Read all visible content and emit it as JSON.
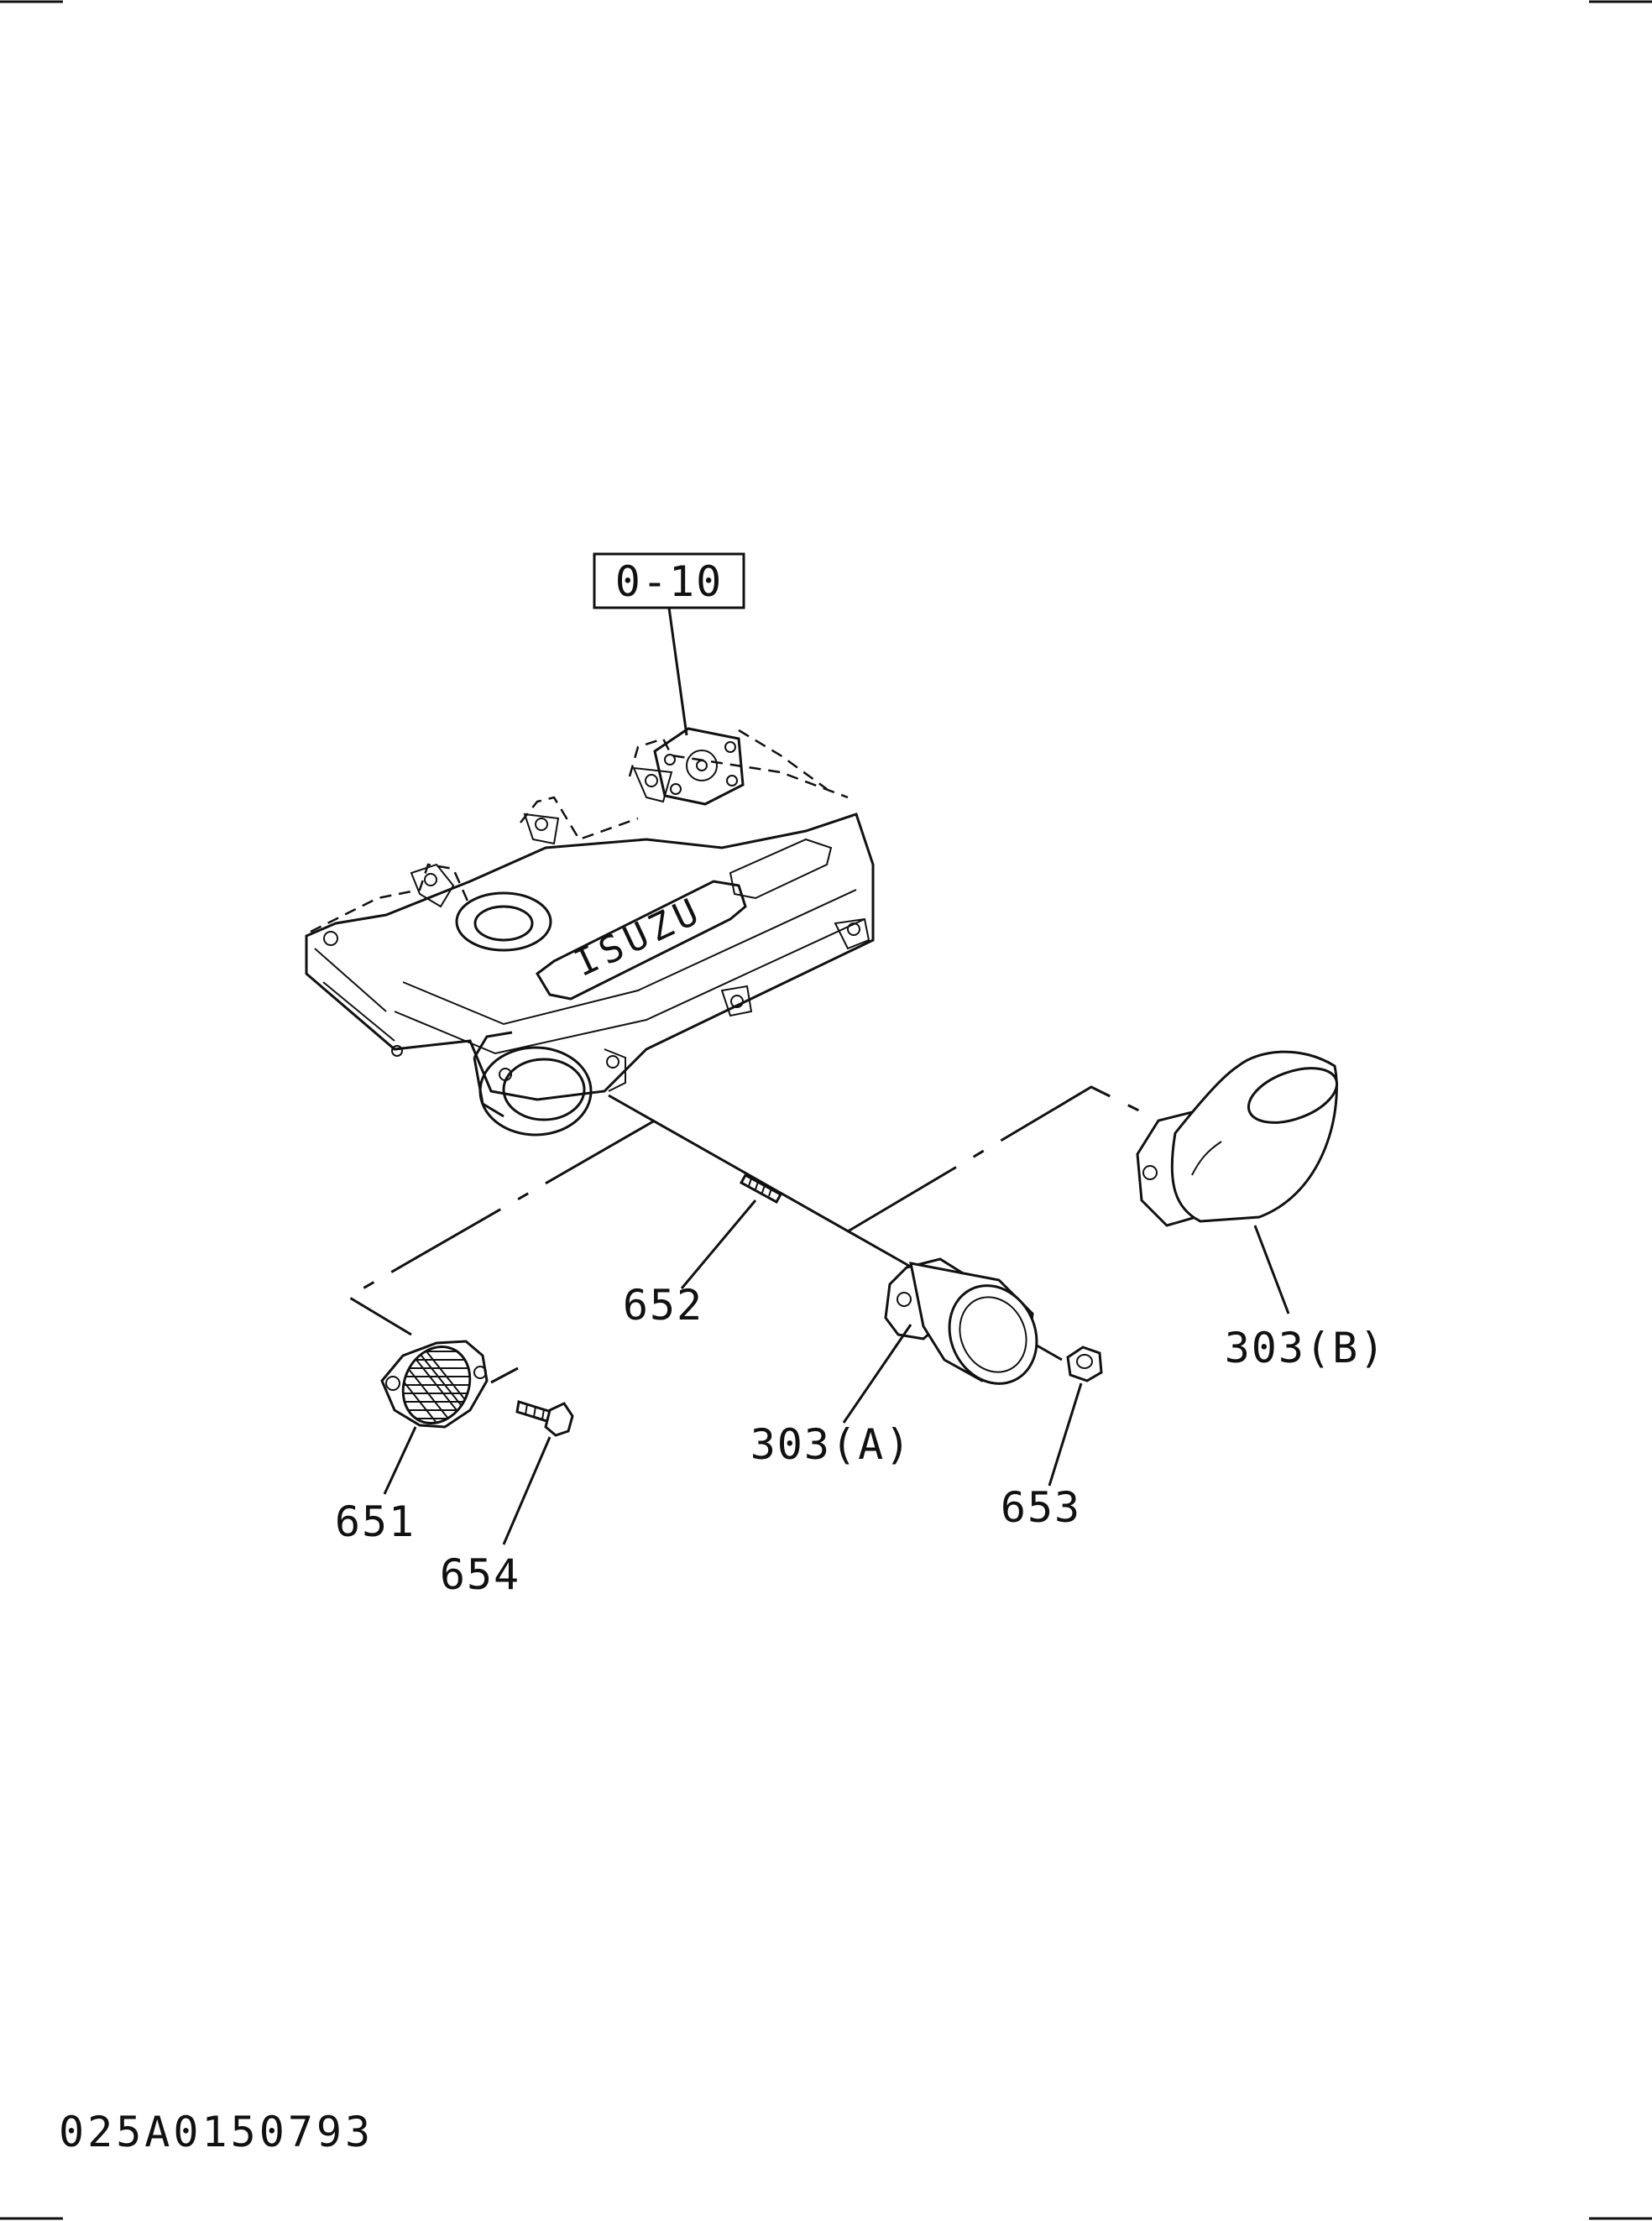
{
  "reference_box": "0-10",
  "brand_label": "ISUZU",
  "callouts": {
    "p651": "651",
    "p652": "652",
    "p653": "653",
    "p654": "654",
    "p303a": "303(A)",
    "p303b": "303(B)"
  },
  "drawing_code": "025A0150793"
}
